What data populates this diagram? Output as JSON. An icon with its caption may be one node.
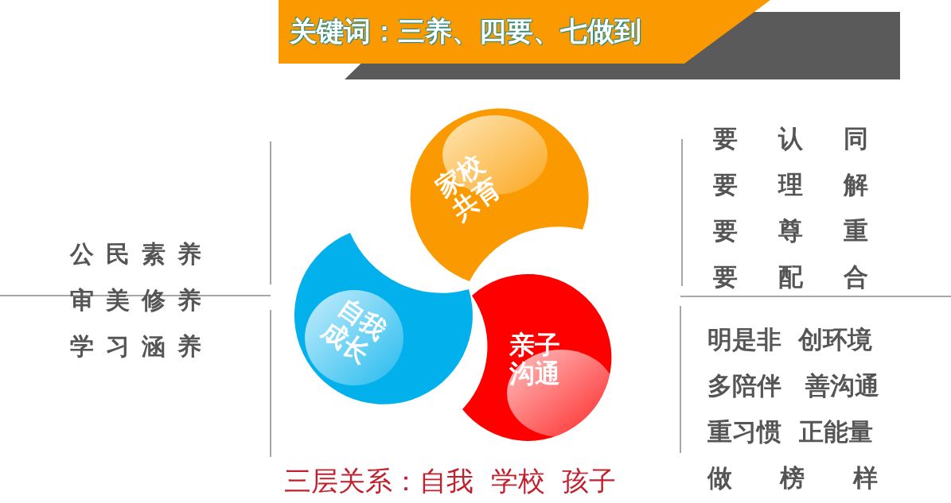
{
  "diagram": {
    "title": "关键词：三养、四要、七做到",
    "caption": "三层关系：自我  学校  孩子",
    "nodes": [
      {
        "text": [
          "家校共育"
        ]
      },
      {
        "text": [
          "自我成长"
        ]
      },
      {
        "text": [
          "亲子沟通"
        ]
      }
    ],
    "labels": [
      "公民素养",
      "审美修养",
      "学习涵养",
      "要认同",
      "要理解",
      "要尊重",
      "要配合",
      "明是非",
      "创环境",
      "多陪伴",
      "善沟通",
      "重习惯",
      "正能量",
      "做榜样"
    ]
  }
}
